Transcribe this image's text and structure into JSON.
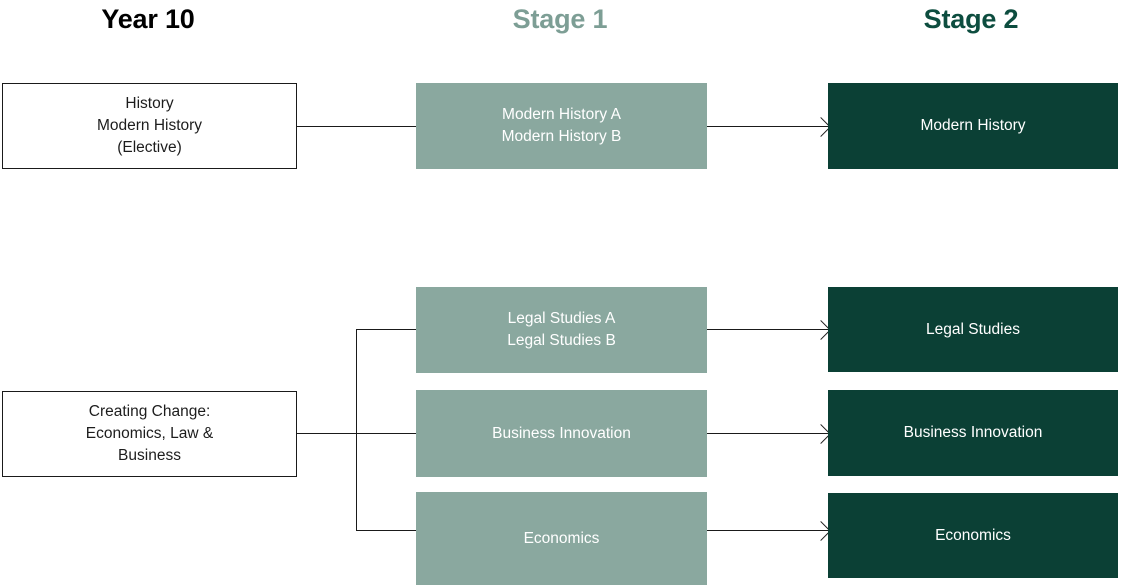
{
  "diagram": {
    "title_columns": [
      {
        "id": "year-10",
        "label": "Year 10",
        "color": "#000000"
      },
      {
        "id": "stage-1",
        "label": "Stage 1",
        "color": "#7d9e95"
      },
      {
        "id": "stage-2",
        "label": "Stage 2",
        "color": "#0d4d3f"
      }
    ],
    "palette": {
      "outline_box_fill": "#ffffff",
      "outline_box_border": "#1a1a1a",
      "stage1_fill": "#8aa89f",
      "stage2_fill": "#0b4035",
      "node_text_on_fill": "#ffffff",
      "node_text_on_white": "#1d1d1d",
      "connector": "#1a1a1a",
      "background": "#ffffff"
    },
    "pathways": [
      {
        "id": "history-pathway",
        "year10": {
          "label": "History\nModern History\n(Elective)"
        },
        "stage1": [
          {
            "id": "modern-history-ab",
            "label": "Modern History A\nModern History B"
          }
        ],
        "stage2": [
          {
            "id": "modern-history",
            "label": "Modern History"
          }
        ]
      },
      {
        "id": "creating-change-pathway",
        "year10": {
          "label": "Creating Change:\nEconomics, Law &\nBusiness"
        },
        "stage1": [
          {
            "id": "legal-studies-ab",
            "label": "Legal Studies A\nLegal Studies B"
          },
          {
            "id": "business-innovation-s1",
            "label": "Business Innovation"
          },
          {
            "id": "economics-s1",
            "label": "Economics"
          }
        ],
        "stage2": [
          {
            "id": "legal-studies",
            "label": "Legal Studies"
          },
          {
            "id": "business-innovation-s2",
            "label": "Business Innovation"
          },
          {
            "id": "economics-s2",
            "label": "Economics"
          }
        ]
      }
    ]
  }
}
